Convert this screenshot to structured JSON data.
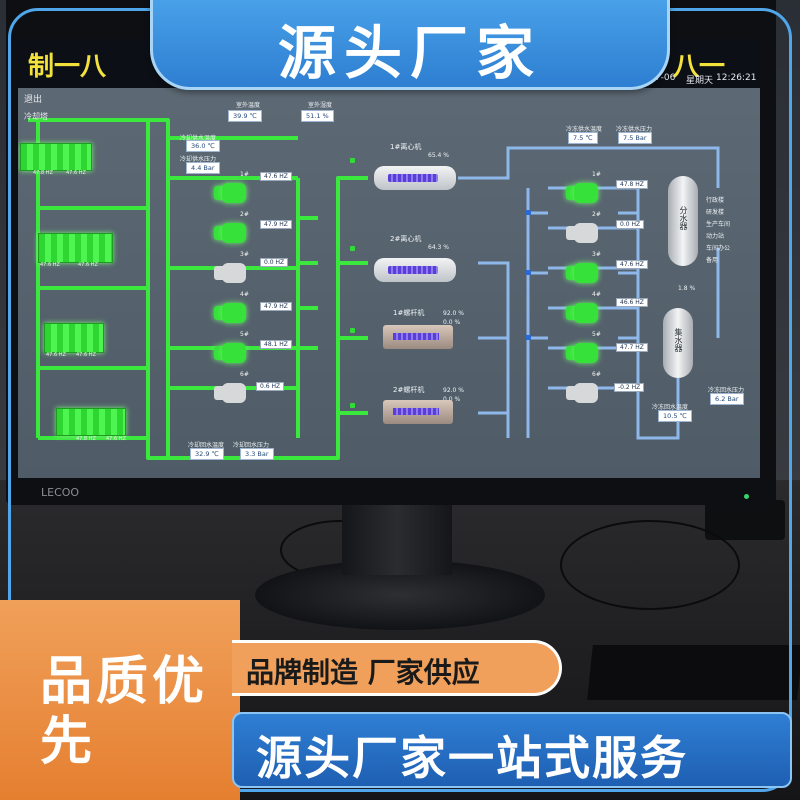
{
  "banner": {
    "text": "源头厂家"
  },
  "screen": {
    "title_left": "制一八",
    "title_right": "八一",
    "date": "2025-07-06",
    "weekday": "星期天",
    "time": "12:26:21",
    "back_label": "退出",
    "tower_label": "冷却塔"
  },
  "readouts": {
    "r1": {
      "label": "室外温度",
      "value": "39.9 ℃"
    },
    "r2": {
      "label": "室外湿度",
      "value": "51.1 %"
    },
    "r3": {
      "label": "冷却供水温度",
      "value": "36.0 ℃"
    },
    "r4": {
      "label": "冷却供水压力",
      "value": "4.4 Bar"
    },
    "r5": {
      "label": "冷冻供水温度",
      "value": "7.5 ℃"
    },
    "r6": {
      "label": "冷冻供水压力",
      "value": "7.5 Bar"
    },
    "r7": {
      "label": "冷却回水温度",
      "value": "32.9 ℃"
    },
    "r8": {
      "label": "冷却回水压力",
      "value": "3.3 Bar"
    },
    "r9": {
      "label": "冷冻回水压力",
      "value": "6.2 Bar"
    },
    "r10": {
      "label": "冷冻回水温度",
      "value": "10.5 ℃"
    }
  },
  "towers": {
    "t1_freq": "47.8 HZ",
    "t1b_freq": "47.6 HZ",
    "t2_freq": "47.6 HZ",
    "t2b_freq": "47.6 HZ",
    "t3_freq": "47.6 HZ",
    "t3b_freq": "47.6 HZ",
    "t4_freq": "47.8 HZ",
    "t4b_freq": "47.6 HZ"
  },
  "cooling_pumps": [
    {
      "name": "1#",
      "freq": "47.6 HZ"
    },
    {
      "name": "2#",
      "freq": "47.9 HZ"
    },
    {
      "name": "3#",
      "freq": "0.0 HZ"
    },
    {
      "name": "4#",
      "freq": "47.9 HZ"
    },
    {
      "name": "5#",
      "freq": "48.1 HZ"
    },
    {
      "name": "6#",
      "freq": "0.6 HZ"
    }
  ],
  "chillers": [
    {
      "name": "1#离心机",
      "load": "65.4 %",
      "extra": ""
    },
    {
      "name": "2#离心机",
      "load": "64.3 %",
      "extra": ""
    },
    {
      "name": "1#螺杆机",
      "load": "92.0 %",
      "extra": "0.0 %"
    },
    {
      "name": "2#螺杆机",
      "load": "92.0 %",
      "extra": "0.0 %"
    }
  ],
  "chilled_pumps": [
    {
      "name": "1#",
      "freq": "47.8 HZ"
    },
    {
      "name": "2#",
      "freq": "0.0 HZ"
    },
    {
      "name": "3#",
      "freq": "47.6 HZ"
    },
    {
      "name": "4#",
      "freq": "46.6 HZ"
    },
    {
      "name": "5#",
      "freq": "47.7 HZ"
    },
    {
      "name": "6#",
      "freq": "-0.2 HZ"
    }
  ],
  "tanks": {
    "supply": "分水器",
    "return": "集水器",
    "diff_pressure": "1.8 %"
  },
  "branches": [
    "行政楼",
    "研发楼",
    "生产车间",
    "动力站",
    "车间办公",
    "备用"
  ],
  "monitor": {
    "brand": "LECOO"
  },
  "ads": {
    "quality": "品质优先",
    "mid": "品牌制造  厂家供应",
    "bottom": "源头厂家一站式服务"
  },
  "colors": {
    "banner_blue": "#2e7ed1",
    "ad_orange": "#e57f30",
    "pipe_green": "#3be83e",
    "pipe_blue": "#8fb8ea"
  }
}
